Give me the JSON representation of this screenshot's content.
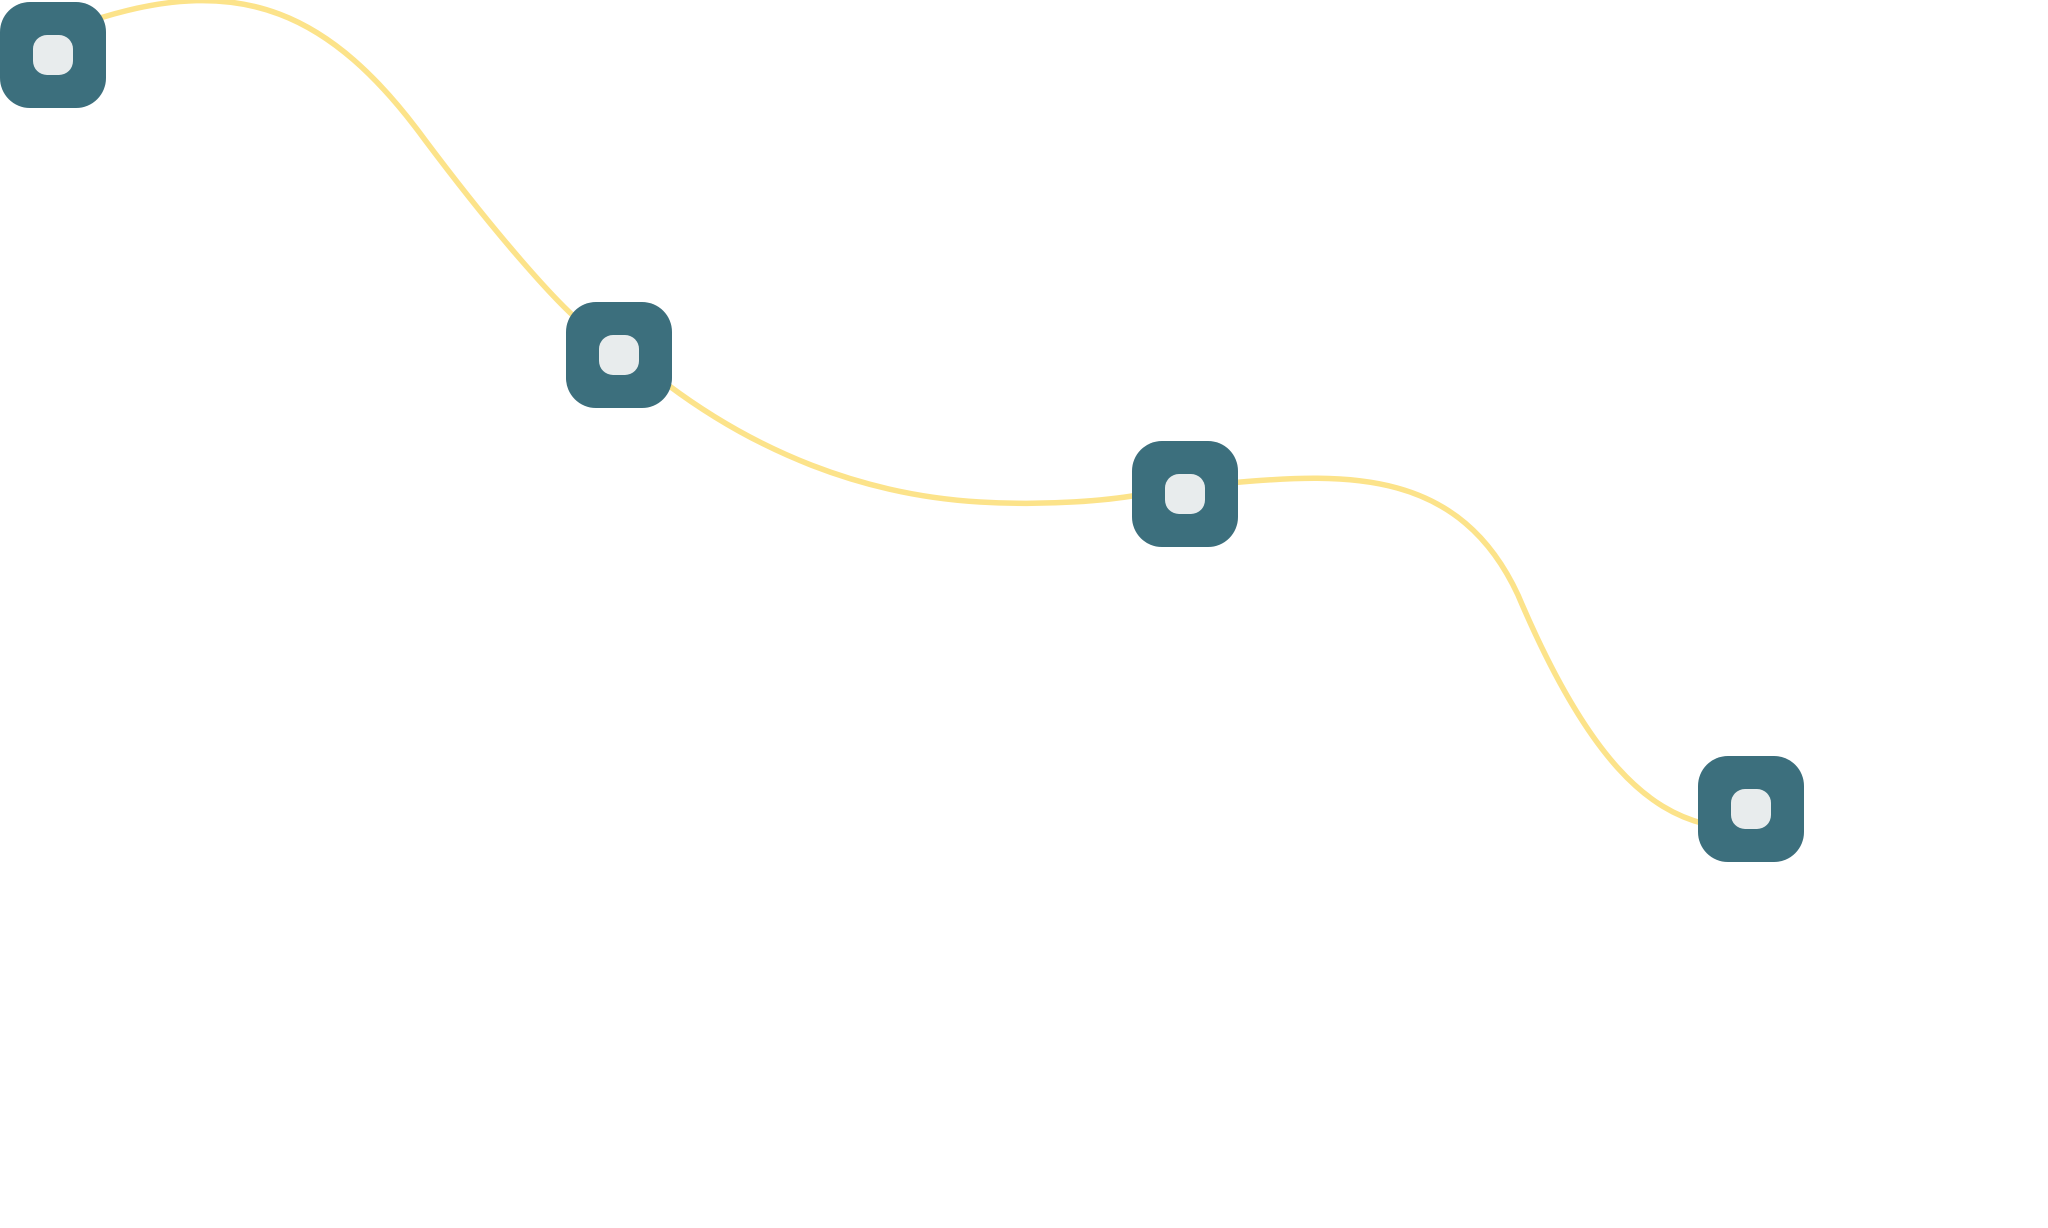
{
  "diagram": {
    "colors": {
      "background": "#ffffff",
      "connector": "#fce38a",
      "node_fill": "#3c6f7d",
      "node_inner": "#e8eced"
    },
    "nodes": [
      {
        "id": "node-1",
        "icon": "rounded-square-icon"
      },
      {
        "id": "node-2",
        "icon": "rounded-square-icon"
      },
      {
        "id": "node-3",
        "icon": "rounded-square-icon"
      },
      {
        "id": "node-4",
        "icon": "rounded-square-icon"
      }
    ],
    "connections": [
      {
        "from": "node-1",
        "to": "node-2"
      },
      {
        "from": "node-2",
        "to": "node-3"
      },
      {
        "from": "node-3",
        "to": "node-4"
      }
    ]
  }
}
